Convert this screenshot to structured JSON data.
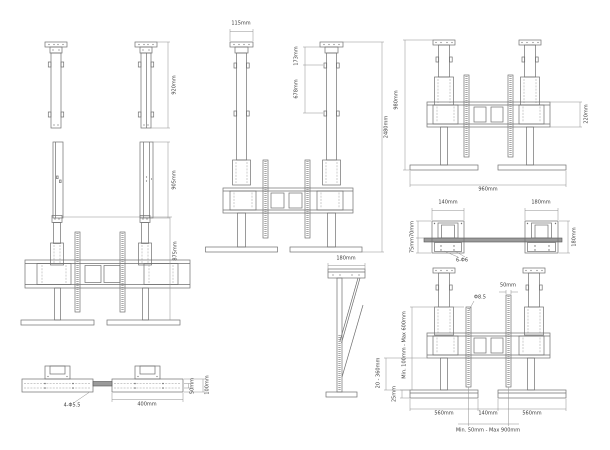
{
  "views": {
    "pole_front": {
      "height": "920mm"
    },
    "pole_inner": {
      "height": "905mm"
    },
    "stand": {
      "height": "875mm"
    },
    "base": {
      "holes": "4-Φ5.5",
      "length": "400mm",
      "hole_gap": "50mm",
      "depth": "100mm"
    },
    "ceiling": {
      "plate": "115mm",
      "upper": "173mm",
      "lower": "678mm",
      "total": "2480mm"
    },
    "front": {
      "height": "980mm",
      "rail": "220mm",
      "width": "960mm"
    },
    "plates": {
      "left": "140mm",
      "right": "180mm",
      "upper": "70mm",
      "lower": "75mm",
      "holes": "6-Φ6",
      "depth": "180mm"
    },
    "side": {
      "depth": "180mm"
    },
    "adjust": {
      "strip": "50mm",
      "hole": "Φ8.5",
      "vesa": "Min. 100mm - Max 600mm",
      "gap": "20 - 360mm",
      "foot": "25mm",
      "left": "560mm",
      "center": "140mm",
      "right": "560mm",
      "span": "Min. 50mm - Max 900mm"
    }
  }
}
